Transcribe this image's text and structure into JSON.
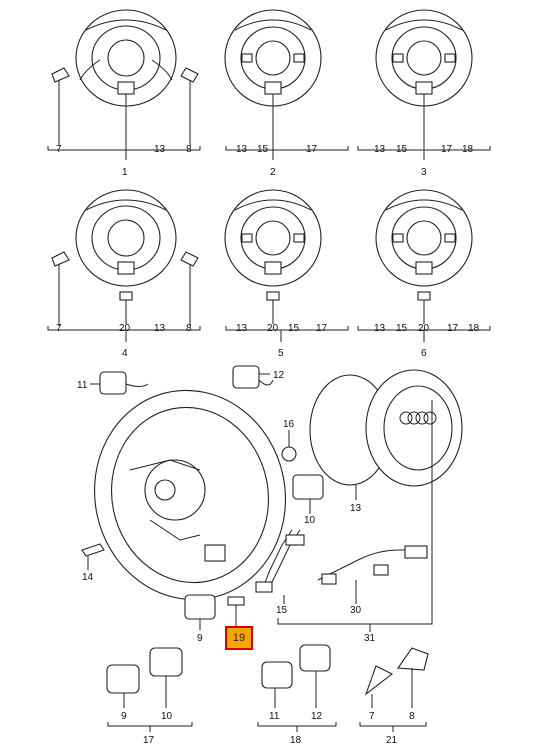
{
  "groups": [
    {
      "id": "g1",
      "number": "1",
      "callouts": [
        "7",
        "13",
        "8"
      ]
    },
    {
      "id": "g2",
      "number": "2",
      "callouts": [
        "13",
        "15",
        "17"
      ]
    },
    {
      "id": "g3",
      "number": "3",
      "callouts": [
        "13",
        "15",
        "17",
        "18"
      ]
    },
    {
      "id": "g4",
      "number": "4",
      "callouts": [
        "7",
        "20",
        "13",
        "8"
      ]
    },
    {
      "id": "g5",
      "number": "5",
      "callouts": [
        "13",
        "20",
        "15",
        "17"
      ]
    },
    {
      "id": "g6",
      "number": "6",
      "callouts": [
        "13",
        "15",
        "20",
        "17",
        "18"
      ]
    },
    {
      "id": "g17",
      "number": "17",
      "callouts": [
        "9",
        "10"
      ]
    },
    {
      "id": "g18",
      "number": "18",
      "callouts": [
        "11",
        "12"
      ]
    },
    {
      "id": "g21",
      "number": "21",
      "callouts": [
        "7",
        "8"
      ]
    }
  ],
  "exploded_labels": [
    "11",
    "12",
    "16",
    "13",
    "10",
    "14",
    "15",
    "30",
    "31",
    "9"
  ],
  "highlight": {
    "label": "19",
    "fill": "#f7a600",
    "border": "#d00000"
  }
}
